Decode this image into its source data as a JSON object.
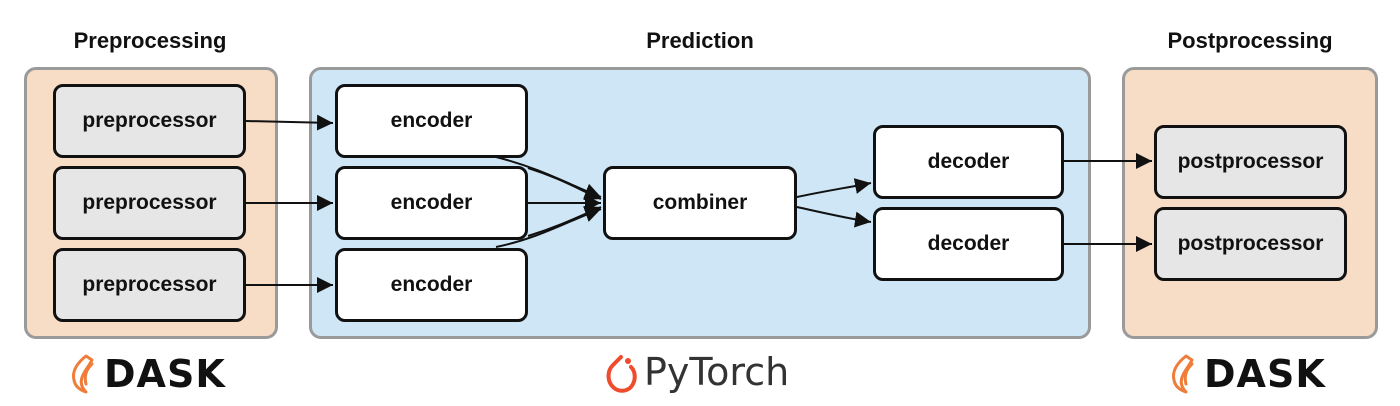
{
  "sections": {
    "preprocessing": "Preprocessing",
    "prediction": "Prediction",
    "postprocessing": "Postprocessing"
  },
  "nodes": {
    "preprocessor": [
      "preprocessor",
      "preprocessor",
      "preprocessor"
    ],
    "encoder": [
      "encoder",
      "encoder",
      "encoder"
    ],
    "combiner": "combiner",
    "decoder": [
      "decoder",
      "decoder"
    ],
    "postprocessor": [
      "postprocessor",
      "postprocessor"
    ]
  },
  "logos": {
    "dask_left": "DASK",
    "pytorch": "PyTorch",
    "dask_right": "DASK"
  },
  "colors": {
    "dask_panel": "#f7dcc6",
    "prediction_panel": "#cfe6f7",
    "node_grey": "#e6e6e6",
    "dask_flame": "#ef7d39",
    "pytorch_flame": "#ee4c2c"
  }
}
